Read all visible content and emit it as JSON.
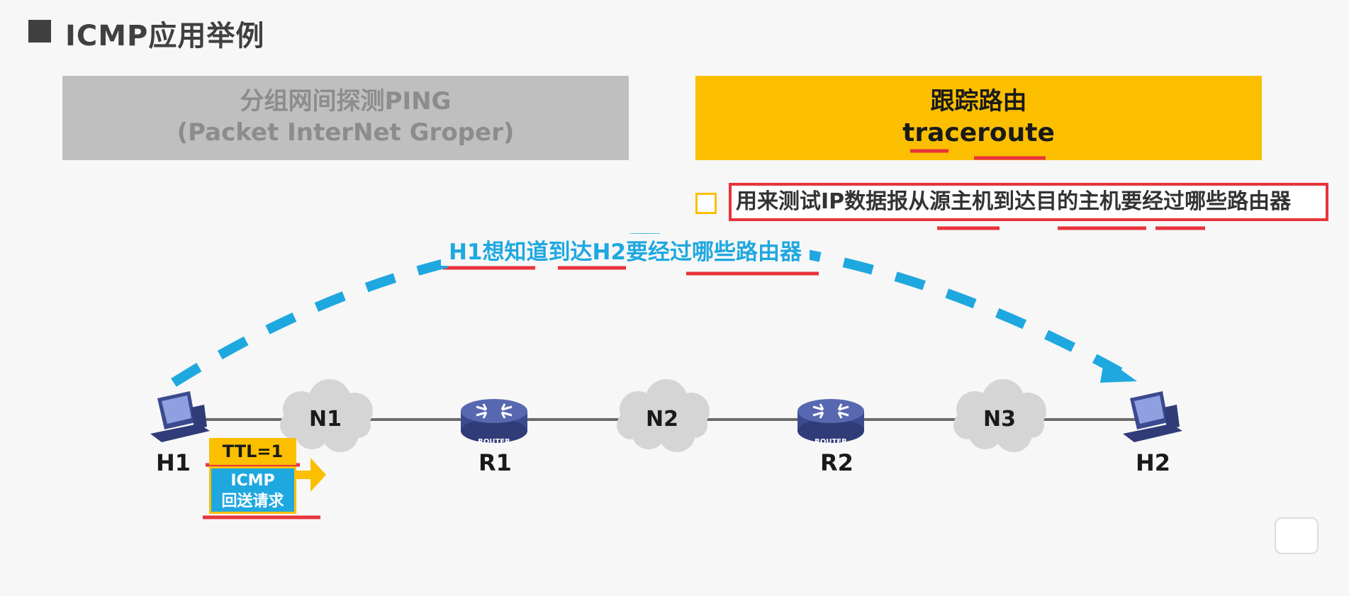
{
  "title": "ICMP应用举例",
  "ping_box": {
    "line1": "分组网间探测PING",
    "line2": "(Packet InterNet Groper)"
  },
  "trace_box": {
    "line1": "跟踪路由",
    "line2": "traceroute"
  },
  "description": "用来测试IP数据报从源主机到达目的主机要经过哪些路由器",
  "arc_label": "H1想知道到达H2要经过哪些路由器",
  "nodes": {
    "h1": "H1",
    "h2": "H2",
    "r1": "R1",
    "r2": "R2"
  },
  "router_badge": "ROUTER",
  "clouds": {
    "n1": "N1",
    "n2": "N2",
    "n3": "N3"
  },
  "packet": {
    "ttl": "TTL=1",
    "icmp_line1": "ICMP",
    "icmp_line2": "回送请求"
  },
  "colors": {
    "accent_yellow": "#fbbf00",
    "accent_blue": "#1fa8e0",
    "annotation_red": "#e8333b",
    "gray_box": "#bfbfbf"
  },
  "icons": [
    "host-computer-icon",
    "router-icon",
    "cloud-network-icon",
    "play-icon"
  ]
}
